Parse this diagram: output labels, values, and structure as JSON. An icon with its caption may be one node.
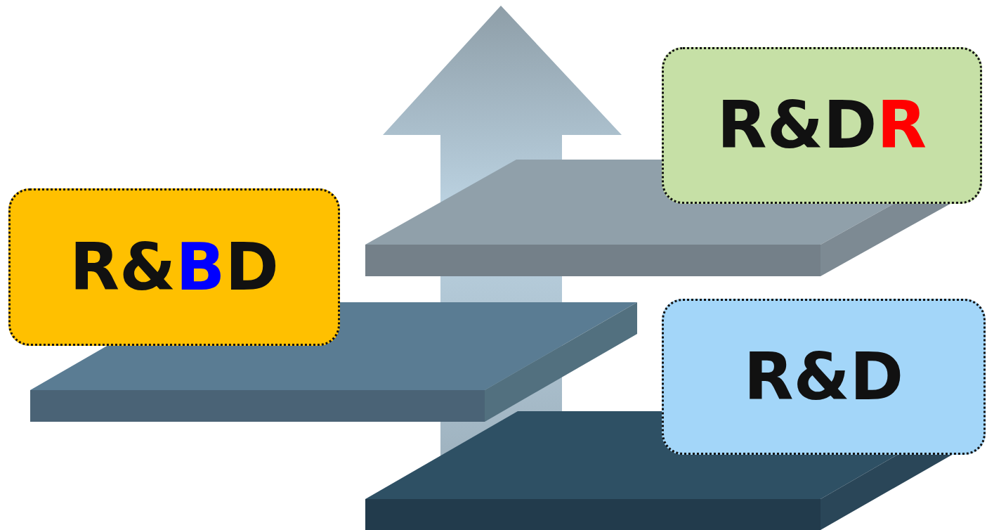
{
  "diagram": {
    "nodes": [
      {
        "text": [
          "R&DR"
        ]
      },
      {
        "text": [
          "R&BD"
        ]
      },
      {
        "text": [
          "R&D"
        ]
      }
    ]
  }
}
